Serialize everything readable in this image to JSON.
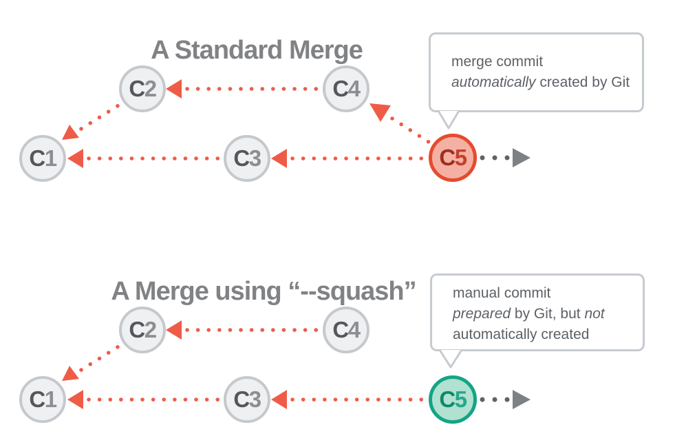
{
  "colors": {
    "accent-red": "#ee5c48",
    "red-border": "#e64b2e",
    "red-fill": "#f4b1a3",
    "red-letter": "#9e2f20",
    "red-digit": "#c2412d",
    "teal-border": "#14a486",
    "teal-fill": "#b1e1d1",
    "teal-letter": "#0d8a6b",
    "teal-digit": "#25a88a",
    "node-fill": "#eff0f2",
    "node-border": "#c5c9cd",
    "node-letter": "#54575c",
    "node-digit": "#8b8e92",
    "title": "#808285",
    "bubble-border": "#c6cbd0",
    "bubble-text": "#5d6166",
    "gray-dot": "#5f6366",
    "gray-arrow": "#7d8184"
  },
  "sections": [
    {
      "title": "A Standard Merge",
      "nodes": [
        {
          "letter": "C",
          "digit": "1"
        },
        {
          "letter": "C",
          "digit": "2"
        },
        {
          "letter": "C",
          "digit": "3"
        },
        {
          "letter": "C",
          "digit": "4"
        },
        {
          "letter": "C",
          "digit": "5"
        }
      ],
      "bubble": {
        "line1": "merge commit",
        "line2_italic": "automatically",
        "line2_rest": " created by Git"
      }
    },
    {
      "title": "A Merge using “--squash”",
      "nodes": [
        {
          "letter": "C",
          "digit": "1"
        },
        {
          "letter": "C",
          "digit": "2"
        },
        {
          "letter": "C",
          "digit": "3"
        },
        {
          "letter": "C",
          "digit": "4"
        },
        {
          "letter": "C",
          "digit": "5"
        }
      ],
      "bubble": {
        "line1": "manual commit",
        "line2_italic1": "prepared",
        "line2_mid": " by Git, but ",
        "line2_italic2": "not",
        "line3": "automatically created"
      }
    }
  ]
}
